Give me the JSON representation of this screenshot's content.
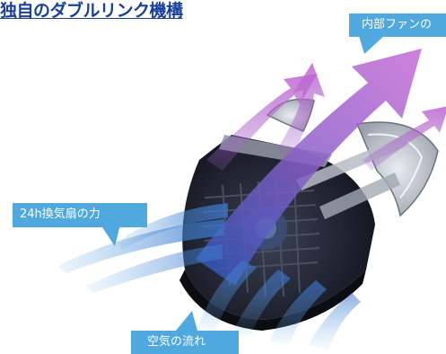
{
  "heading": "独自のダブルリンク機構",
  "labels": {
    "internal_fan": "内部ファンの",
    "ventilation_fan": "24h換気扇の力",
    "air_flow": "空気の流れ"
  },
  "colors": {
    "heading": "#1a3f9c",
    "label_bg": "#4fa9df",
    "arrow_purple": "#b15cc4",
    "arrow_blue": "#4f8fd8",
    "unit_body": "#1c1f2b"
  }
}
